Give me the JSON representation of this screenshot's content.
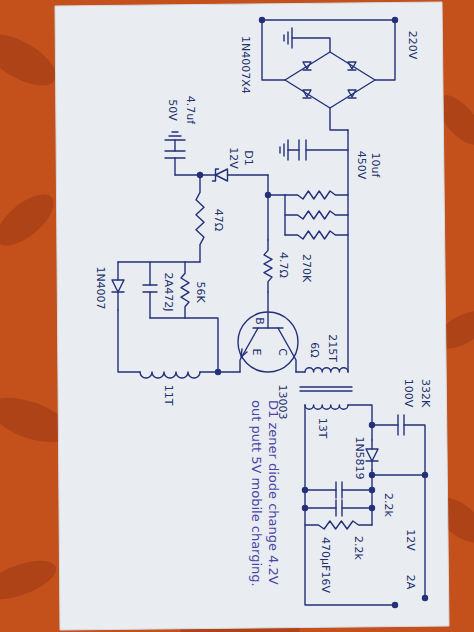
{
  "diagram": {
    "labels": [
      "220V",
      "1N4007X4",
      "10uf",
      "450V",
      "4.7uf",
      "50V",
      "D1",
      "12V",
      "47Ω",
      "4.7Ω",
      "270K",
      "56K",
      "2A472J",
      "1N4007",
      "11T",
      "B",
      "E",
      "C",
      "13003",
      "6Ω",
      "215T",
      "13T",
      "332K",
      "100V",
      "1N5819",
      "470μF16V",
      "2.2k",
      "2.2k",
      "12V",
      "2A",
      "D1 zener diode change 4.2V out putt 5V mobile charging."
    ]
  }
}
